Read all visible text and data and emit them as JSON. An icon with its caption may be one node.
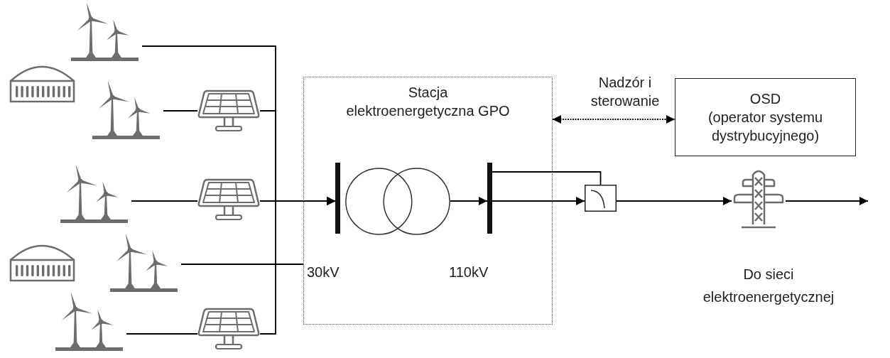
{
  "diagram": {
    "nodes": [
      {
        "text": [],
        "shape": "picture"
      },
      {
        "text": [],
        "shape": "picture"
      },
      {
        "text": [],
        "shape": "picture"
      },
      {
        "text": [],
        "shape": "picture"
      },
      {
        "text": [],
        "shape": "picture"
      },
      {
        "text": [],
        "shape": "picture"
      },
      {
        "text": [],
        "shape": "picture"
      },
      {
        "text": [],
        "shape": "picture"
      },
      {
        "text": [
          "Stacja elektroenergetyczna GPO"
        ]
      },
      {
        "text": [],
        "shape": "bar",
        "in": 8,
        "beside": [
          "30kV"
        ]
      },
      {
        "text": [],
        "shape": "circle",
        "in": 8
      },
      {
        "text": [],
        "shape": "bar",
        "in": 8,
        "beside": [
          "110kV"
        ]
      },
      {
        "text": [],
        "shape": "box"
      },
      {
        "text": [
          "OSD",
          "(operator systemu dystrybucyjnego)"
        ]
      },
      {
        "text": [],
        "shape": "picture",
        "beside": [
          "Do sieci elektroenergetycznej"
        ]
      }
    ],
    "edges": [
      {
        "from": 1,
        "to": 2,
        "arrow": "none"
      },
      {
        "from": 3,
        "to": 4,
        "arrow": "none"
      },
      {
        "from": 6,
        "to": 7,
        "arrow": "none"
      },
      {
        "from": 0,
        "to": 9,
        "arrow": "to"
      },
      {
        "from": 2,
        "to": 9,
        "arrow": "to"
      },
      {
        "from": 4,
        "to": 9,
        "arrow": "to"
      },
      {
        "from": 7,
        "to": 9,
        "arrow": "to"
      },
      {
        "from": 5,
        "to": 8,
        "arrow": "none"
      },
      {
        "from": 10,
        "to": 11,
        "arrow": "to"
      },
      {
        "from": 11,
        "to": 12,
        "arrow": "to"
      },
      {
        "from": 11,
        "to": 12,
        "arrow": "none"
      },
      {
        "from": 12,
        "to": 14,
        "arrow": "to"
      },
      {
        "from": 14,
        "to": null,
        "arrow": "to"
      },
      {
        "from": 8,
        "to": 13,
        "arrow": "both",
        "style": "dashed",
        "label": "Nadzór i sterowanie"
      }
    ]
  }
}
